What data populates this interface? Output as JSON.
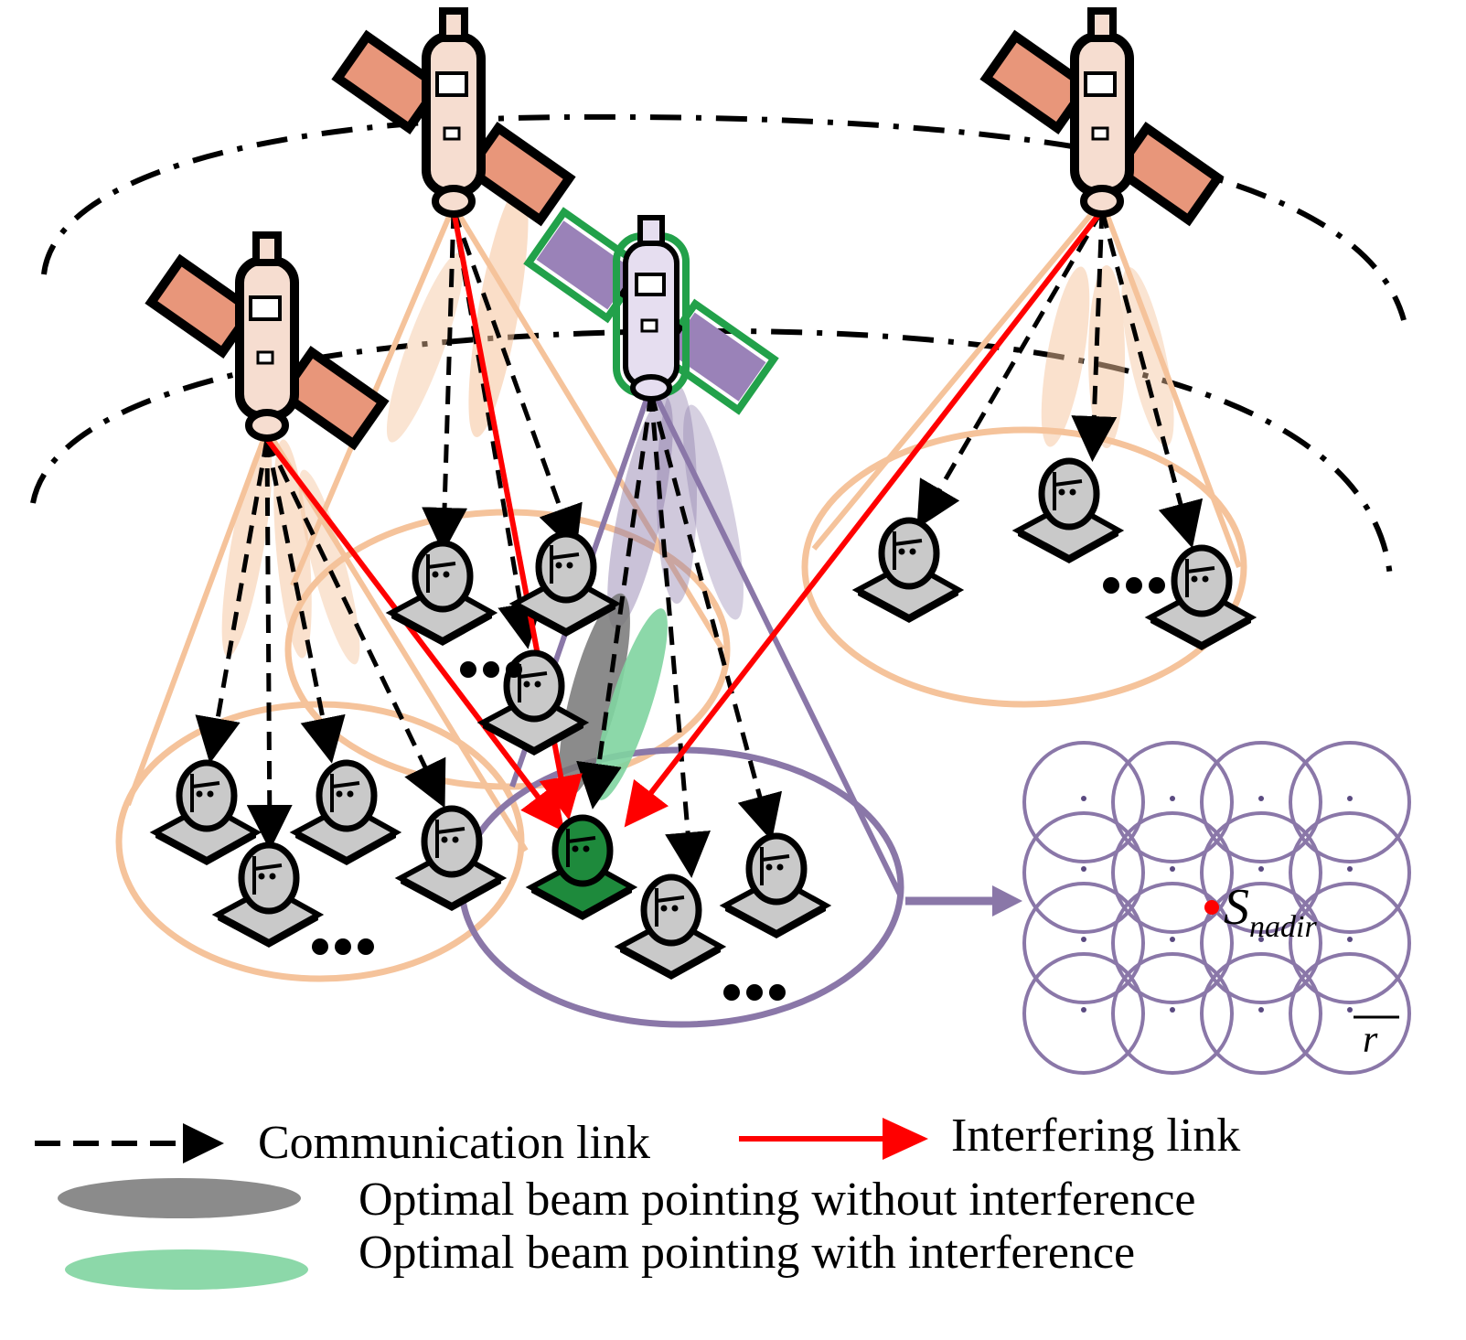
{
  "colors": {
    "orbit": "#000000",
    "beam_orange": "#f5c39b",
    "beam_purple": "#8a77a8",
    "satellite_orange": "#e8967a",
    "satellite_purple": "#9a82b8",
    "satellite_highlight": "#22a14a",
    "interfering": "#ff0000",
    "communication": "#000000",
    "terminal_gray": "#c9c9c9",
    "terminal_green": "#1e8a3c",
    "ellipse_gray": "#777777",
    "ellipse_green": "#7fd4a0",
    "grid_purple": "#8a77a8",
    "nadir_point": "#ff0000"
  },
  "icons": [
    "satellite-icon",
    "ground-terminal-icon"
  ],
  "grid": {
    "nadir_label": "S",
    "nadir_subscript": "nadir",
    "radius_label": "r"
  },
  "legend": {
    "communication_link": "Communication link",
    "interfering_link": "Interfering link",
    "beam_without_interference": "Optimal beam pointing without interference",
    "beam_with_interference": "Optimal beam pointing with interference"
  }
}
